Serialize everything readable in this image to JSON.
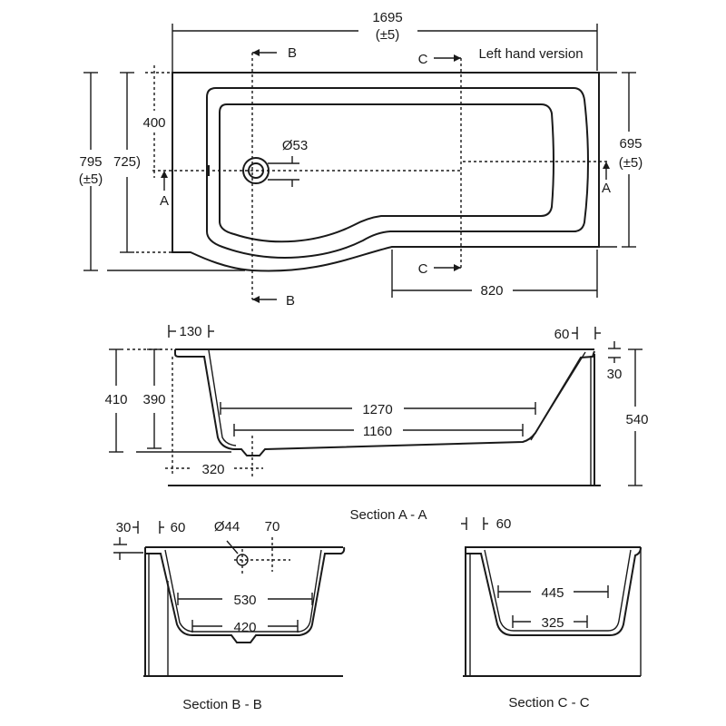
{
  "title": "Left hand version",
  "colors": {
    "line": "#1a1a1a",
    "background": "#ffffff"
  },
  "plan": {
    "length": "1695",
    "length_tol": "(±5)",
    "width": "795",
    "width_tol": "(±5)",
    "width_inner": "725)",
    "waste_offset": "400",
    "right_width": "695",
    "right_width_tol": "(±5)",
    "shower_section_length": "820",
    "waste_diameter": "Ø53",
    "section_labels": {
      "a_left": "A",
      "a_right": "A",
      "b_top": "B",
      "b_bottom": "B",
      "c_top": "C",
      "c_bottom": "C"
    }
  },
  "section_aa": {
    "caption": "Section A - A",
    "rim_left": "130",
    "rim_right": "60",
    "rim_thickness": "30",
    "depth_outer": "410",
    "depth_inner": "390",
    "height": "540",
    "length_top": "1270",
    "length_bottom": "1160",
    "waste_from_end": "320"
  },
  "section_bb": {
    "caption": "Section B - B",
    "rim_thickness": "30",
    "rim_width": "60",
    "overflow_diameter": "Ø44",
    "overflow_offset": "70",
    "width_top": "530",
    "width_bottom": "420"
  },
  "section_cc": {
    "caption": "Section C - C",
    "rim_width": "60",
    "width_top": "445",
    "width_bottom": "325"
  }
}
